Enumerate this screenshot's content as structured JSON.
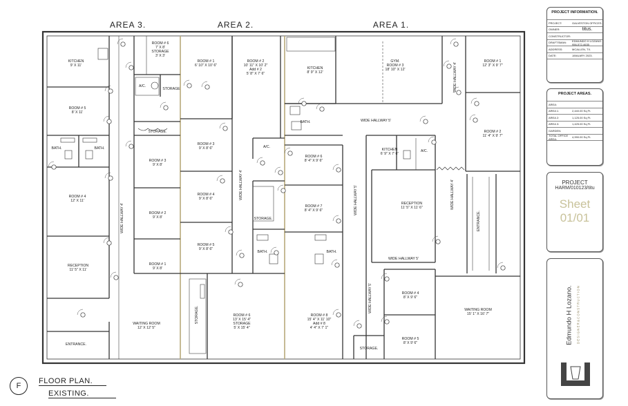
{
  "areas": {
    "area3": "AREA 3.",
    "area2": "AREA 2.",
    "area1": "AREA 1."
  },
  "rooms": {
    "kitchen3": [
      "KITCHEN",
      "9' X 11'"
    ],
    "room5a3": [
      "ROOM # 5",
      "8' X 11'"
    ],
    "bath3a": "BATH.",
    "bath3b": "BATH.",
    "room4a3": [
      "ROOM # 4",
      "12' X 11'"
    ],
    "recept3": [
      "RECEPTION",
      "11' 5\" X 11'"
    ],
    "entrance3": "ENTRANCE.",
    "waiting3": [
      "WAITING ROOM",
      "12' X 12' 5\""
    ],
    "room6a3": [
      "ROOM # 6",
      "7' X 8'",
      "STORAGE",
      "3' X 3'"
    ],
    "ac3": "A/C.",
    "storage3a": "STORAGE",
    "storage3b": "STORAGE.",
    "room3a3": [
      "ROOM # 3",
      "9' X 8'"
    ],
    "room2a3": [
      "ROOM # 2",
      "9' X 8'"
    ],
    "room1a3": [
      "ROOM # 1",
      "9' X 8'"
    ],
    "hall3": "WIDE HALLWAY 4'",
    "room1a2": [
      "ROOM # 1",
      "6' 10\" X 10' 6\""
    ],
    "room2a2": [
      "ROOM # 2",
      "10' 11\" X 10' 2\"",
      "Add # 2",
      "5' 8\" X 7' 6\""
    ],
    "room3a2": [
      "ROOM # 3",
      "9' X 8' 6\""
    ],
    "room4a2": [
      "ROOM # 4",
      "9' X 8' 6\""
    ],
    "room5a2": [
      "ROOM # 5",
      "9' X 8' 6\""
    ],
    "ac2": "A/C.",
    "storage2a": "STORAGE.",
    "bath2": "BATH.",
    "hall2": "WIDE HALLWAY 4'",
    "storage2b": "STORAGE.",
    "room6a2": [
      "ROOM # 6",
      "13' X 15' 4\"",
      "STORAGE",
      "5' X 15' 4\""
    ],
    "kitchen1": [
      "KITCHEN",
      "8' 9\" X 12'"
    ],
    "gym1": [
      "GYM.",
      "ROOM # 3",
      "18' 10\" X 12'"
    ],
    "room1a1": [
      "ROOM # 1",
      "12' 3\" X 9' 7\""
    ],
    "room2a1": [
      "ROOM # 2",
      "11' 4\" X 9' 7\""
    ],
    "bath1a": "BATH.",
    "hall1a": "WIDE HALLWAY 5'",
    "hall1b": "WIDE HALLWAY 4'",
    "room6a1": [
      "ROOM # 6",
      "8' 4\" X 9' 6\""
    ],
    "room7a1": [
      "ROOM # 7",
      "8' 4\" X 9' 6\""
    ],
    "kitchen1b": [
      "KITCHEN",
      "6' 9\" X 7' 6\""
    ],
    "ac1": "A/C.",
    "recept1": [
      "RECEPTION",
      "11' 5\" X 11' 6\""
    ],
    "bath1b": "BATH.",
    "hall1c": "WIDE HALLWAY 5'",
    "hall1d": "WIDE HALLWAY 5'",
    "hall1e": "WIDE HALLWAY 5'",
    "entrance1": "ENTRANCE.",
    "room4a1": [
      "ROOM # 4",
      "8' X 9' 6\""
    ],
    "room5a1": [
      "ROOM # 5",
      "8' X 9' 6\""
    ],
    "room8a1": [
      "ROOM # 8",
      "15' 4\" X 11' 10\"",
      "Add # 8",
      "4' 4\" X 7' 1\""
    ],
    "storage1": "STORAGE.",
    "waiting1": [
      "WAITING ROOM",
      "15' 1\" X 16' 7\""
    ]
  },
  "project_info": {
    "title": "PROJECT INFORMATION.",
    "rows": [
      {
        "k": "PROJECT:",
        "v": "GALVESTON OFFICES."
      },
      {
        "k": "OWNER:",
        "v": "titus."
      },
      {
        "k": "CONSTRUCTOR:",
        "v": ""
      },
      {
        "k": "DRAFTSMAN:",
        "v": "EDMUNDO H LOZANO. 956-572-4635"
      },
      {
        "k": "ADDRESS:",
        "v": "MCALLEN, TX."
      },
      {
        "k": "DATE:",
        "v": "JANUARY 2023."
      }
    ]
  },
  "project_areas": {
    "title": "PROJECT AREAS.",
    "rows": [
      {
        "k": "AREA:",
        "v": ""
      },
      {
        "k": "AREA 1:",
        "v": "2,440.00 Sq Ft."
      },
      {
        "k": "AREA 2:",
        "v": "1,125.00 Sq Ft."
      },
      {
        "k": "AREA 3:",
        "v": "1,425.00 Sq Ft."
      },
      {
        "k": "GARDEN:",
        "v": ""
      },
      {
        "k": "TOTAL OFFICE AREA:",
        "v": "4,990.00 Sq Ft."
      }
    ]
  },
  "project_id": {
    "label": "PROJECT",
    "code": "HARM/010123/titu"
  },
  "sheet": {
    "label": "Sheet",
    "number": "01/01"
  },
  "firm": {
    "name": "Edmundo H Lozano.",
    "tagline": "DESIGNER&CONSTRUCTION"
  },
  "legend": {
    "marker": "F",
    "title": "FLOOR PLAN.",
    "subtitle": "EXISTING."
  }
}
